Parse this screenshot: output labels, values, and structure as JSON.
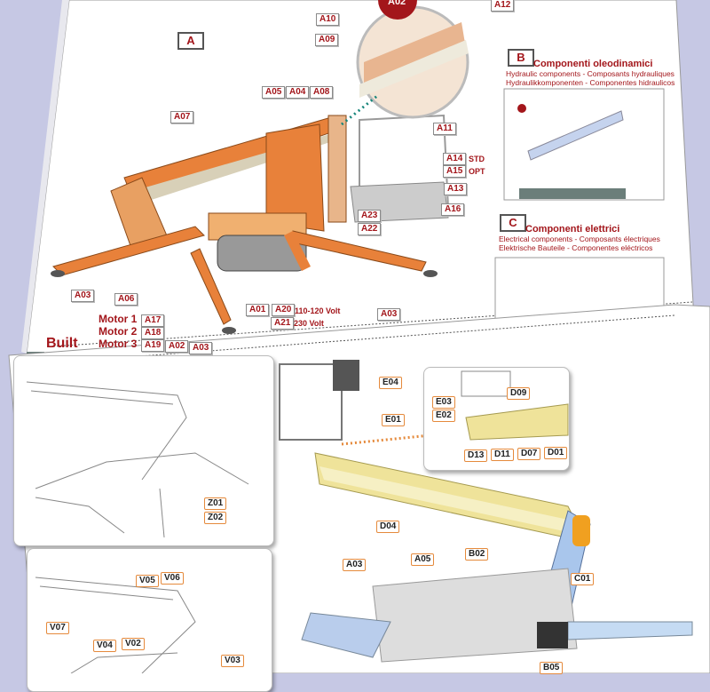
{
  "top_sheet": {
    "section_a": "A",
    "badge_partial": "A02",
    "labels": {
      "a10": "A10",
      "a09": "A09",
      "a12": "A12",
      "a05": "A05",
      "a04": "A04",
      "a08": "A08",
      "a07": "A07",
      "a11": "A11",
      "a14": "A14",
      "a15": "A15",
      "a13": "A13",
      "a16": "A16",
      "a23": "A23",
      "a22": "A22",
      "a06": "A06",
      "a03_left": "A03",
      "a01": "A01",
      "a20": "A20",
      "a21": "A21",
      "a03_right": "A03",
      "a17": "A17",
      "a18": "A18",
      "a19": "A19",
      "a02": "A02",
      "a03_partial": "A03"
    },
    "notes": {
      "std": "STD",
      "opt": "OPT",
      "v110": "110-120 Volt",
      "v230": "230 Volt"
    },
    "motors": [
      "Motor 1",
      "Motor 2",
      "Motor 3"
    ],
    "partial_heading": "Built",
    "section_b": {
      "letter": "B",
      "title": "Componenti oleodinamici",
      "subtitle1": "Hydraulic components - Composants hydrauliques",
      "subtitle2": "Hydraulikkomponenten - Componentes hidraulicos"
    },
    "section_c": {
      "letter": "C",
      "title": "Componenti elettrici",
      "subtitle1": "Electrical components - Composants électriques",
      "subtitle2": "Elektrische Bauteile - Componentes eléctricos"
    }
  },
  "bottom_sheet": {
    "labels": {
      "e04": "E04",
      "e01": "E01",
      "e03": "E03",
      "e02": "E02",
      "d09": "D09",
      "d13": "D13",
      "d11": "D11",
      "d07": "D07",
      "d01": "D01",
      "z01": "Z01",
      "z02": "Z02",
      "d04": "D04",
      "a03": "A03",
      "a05": "A05",
      "b02": "B02",
      "c01": "C01",
      "v05": "V05",
      "v06": "V06",
      "v07": "V07",
      "v04": "V04",
      "v02": "V02",
      "v03": "V03",
      "b05": "B05"
    }
  },
  "colors": {
    "red": "#a3161b",
    "orange_machine": "#e8813a",
    "yellow_boom": "#efe39a",
    "blue_arm": "#a9c6ec",
    "background": "#c6c8e4"
  }
}
